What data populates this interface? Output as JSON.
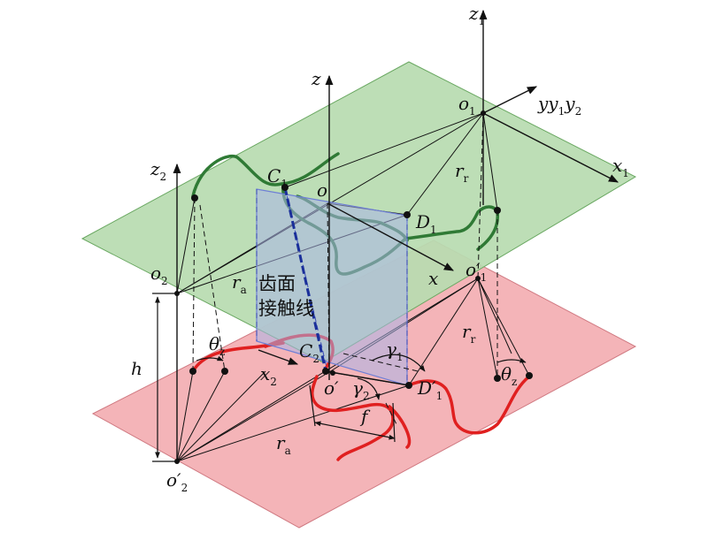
{
  "colors": {
    "upper_plane": "#b8dbb0",
    "lower_plane": "#f4b4b8",
    "contact_plane": "#a9b4e8",
    "green_curve": "#2f7a35",
    "red_curve": "#e02020",
    "contact_line": "#1a2f9a",
    "axis": "#111111"
  },
  "labels": {
    "z1": "z",
    "z1_sub": "1",
    "z": "z",
    "z2": "z",
    "z2_sub": "2",
    "o1": "o",
    "o1_sub": "1",
    "o": "o",
    "o2": "o",
    "o2_sub": "2",
    "yy1y2_a": "yy",
    "yy1y2_b": "1",
    "yy1y2_c": "y",
    "yy1y2_d": "2",
    "x1": "x",
    "x1_sub": "1",
    "x": "x",
    "x2": "x",
    "x2_sub": "2",
    "C1": "C",
    "C1_sub": "1",
    "C2": "C",
    "C2_sub": "2",
    "D1": "D",
    "D1_sub": "1",
    "D1p": "D′",
    "D1p_sub": "1",
    "o1p": "o′",
    "o1p_sub": "1",
    "op": "o′",
    "o2p": "o′",
    "o2p_sub": "2",
    "ra_upper": "r",
    "ra_upper_sub": "a",
    "ra_lower": "r",
    "ra_lower_sub": "a",
    "rr_upper": "r",
    "rr_upper_sub": "r",
    "rr_lower": "r",
    "rr_lower_sub": "r",
    "h": "h",
    "f": "f",
    "gamma1": "γ",
    "gamma1_sub": "1",
    "gamma2": "γ",
    "gamma2_sub": "2",
    "theta_left": "θ",
    "theta_left_sub": "z",
    "theta_right": "θ",
    "theta_right_sub": "z",
    "contact_text_line1": "齿面",
    "contact_text_line2": "接触线"
  }
}
